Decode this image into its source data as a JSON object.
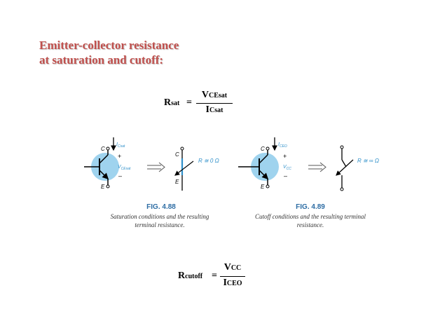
{
  "title": {
    "line1": "Emitter-collector resistance",
    "line2": "at saturation and cutoff:"
  },
  "formula_sat": {
    "lhs_main": "R",
    "lhs_sub": "sat",
    "equals": "=",
    "num_main": "V",
    "num_sub": "CEsat",
    "den_main": "I",
    "den_sub": "Csat"
  },
  "formula_cutoff": {
    "lhs_main": "R",
    "lhs_sub": "cutoff",
    "equals": "=",
    "num_main": "V",
    "num_sub": "CC",
    "den_main": "I",
    "den_sub": "CEO"
  },
  "fig88": {
    "label": "FIG. 4.88",
    "caption_line1": "Saturation conditions and the resulting",
    "caption_line2": "terminal resistance.",
    "node_c": "C",
    "node_e": "E",
    "current": "I",
    "current_sub": "Csat",
    "plus": "+",
    "minus": "–",
    "voltage": "V",
    "voltage_sub": "CEsat",
    "res_node_c": "C",
    "res_node_e": "E",
    "resistance": "R ≅ 0 Ω"
  },
  "fig89": {
    "label": "FIG. 4.89",
    "caption_line1": "Cutoff conditions and the resulting terminal",
    "caption_line2": "resistance.",
    "node_c": "C",
    "node_e": "E",
    "current": "I",
    "current_sub": "CEO",
    "plus": "+",
    "minus": "–",
    "voltage": "V",
    "voltage_sub": "CC",
    "resistance": "R ≅ ∞ Ω"
  },
  "colors": {
    "title": "#c0504d",
    "transistor_fill": "#9fd3ee",
    "accent_blue": "#2e8fc9",
    "fig_label": "#2e6da4"
  }
}
